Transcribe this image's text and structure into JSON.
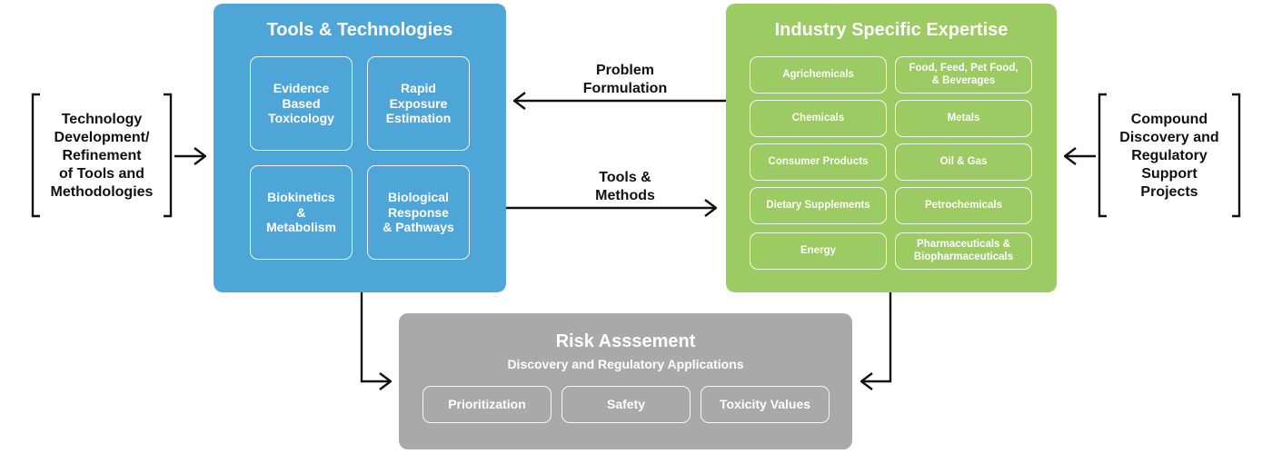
{
  "tools_panel": {
    "title": "Tools & Technologies",
    "cells": [
      "Evidence\nBased\nToxicology",
      "Rapid\nExposure\nEstimation",
      "Biokinetics\n&\nMetabolism",
      "Biological\nResponse\n& Pathways"
    ]
  },
  "industry_panel": {
    "title": "Industry Specific Expertise",
    "items": [
      "Agrichemicals",
      "Food, Feed, Pet Food,\n& Beverages",
      "Chemicals",
      "Metals",
      "Consumer Products",
      "Oil & Gas",
      "Dietary Supplements",
      "Petrochemicals",
      "Energy",
      "Pharmaceuticals &\nBiopharmaceuticals"
    ]
  },
  "risk_panel": {
    "title": "Risk Asssement",
    "subtitle": "Discovery and Regulatory Applications",
    "items": [
      "Prioritization",
      "Safety",
      "Toxicity Values"
    ]
  },
  "left_side": {
    "text": "Technology\nDevelopment/\nRefinement\nof Tools and\nMethodologies"
  },
  "right_side": {
    "text": "Compound\nDiscovery and\nRegulatory\nSupport\nProjects"
  },
  "flows": {
    "problem_formulation": "Problem\nFormulation",
    "tools_methods": "Tools &\nMethods"
  },
  "colors": {
    "tools": "#4ea6d8",
    "industry": "#9bcb62",
    "risk": "#a9a9a9"
  }
}
